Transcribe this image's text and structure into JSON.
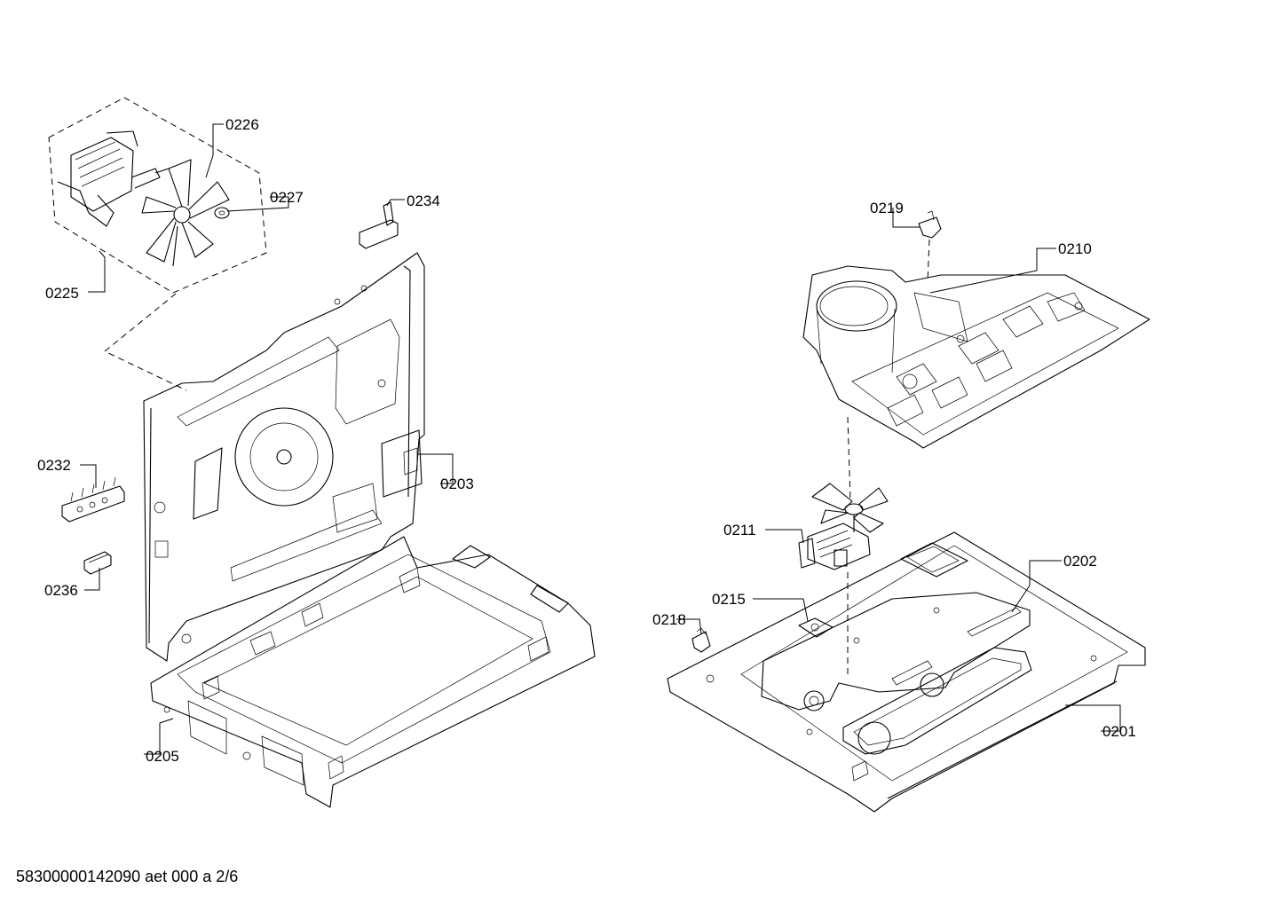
{
  "labels": {
    "p0226": "0226",
    "p0227": "0227",
    "p0225": "0225",
    "p0234": "0234",
    "p0232": "0232",
    "p0236": "0236",
    "p0203": "0203",
    "p0205": "0205",
    "p0219": "0219",
    "p0210": "0210",
    "p0211": "0211",
    "p0215": "0215",
    "p0218": "0218",
    "p0202": "0202",
    "p0201": "0201"
  },
  "footer": {
    "document_id": "58300000142090 aet 000 a 2/6"
  }
}
